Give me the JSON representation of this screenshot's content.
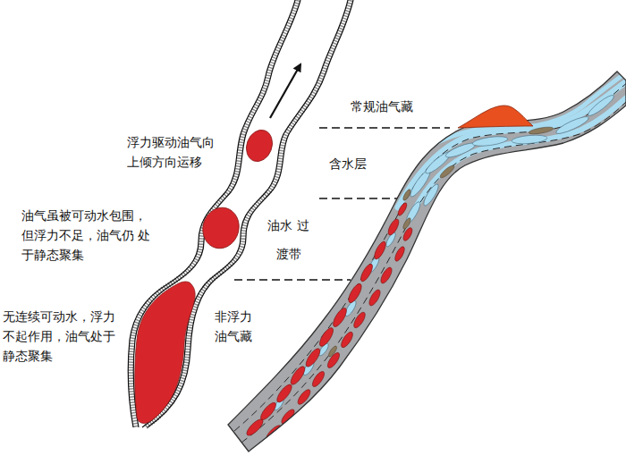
{
  "diagram": {
    "labels": [
      "浮力驱动油气向 上倾方向运移",
      "油气虽被可动水包围， 但浮力不足，油气仍 处于静态聚集",
      "无连续可动水，浮力 不起作用，油气处于 静态聚集",
      "常规油气藏",
      "含水层",
      "油水 过渡带",
      "非浮力 油气藏"
    ]
  }
}
